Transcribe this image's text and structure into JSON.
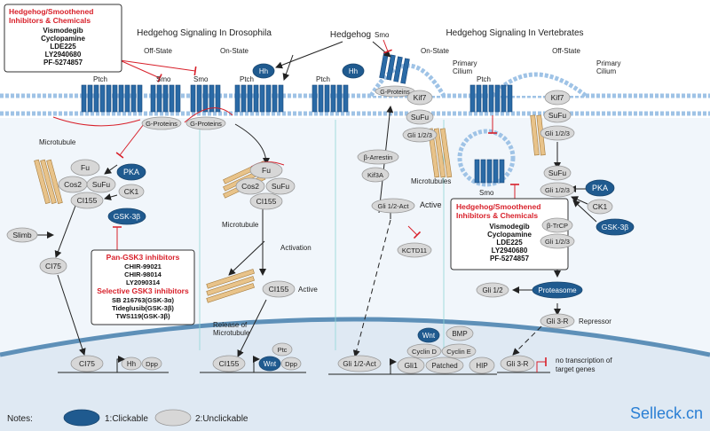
{
  "titles": {
    "drosophila": "Hedgehog Signaling In Drosophila",
    "hedgehog": "Hedgehog",
    "vertebrates": "Hedgehog Signaling In Vertebrates",
    "off_state_left": "Off-State",
    "on_state_left": "On-State",
    "on_state_right": "On-State",
    "off_state_right": "Off-State",
    "primary_cilium_1": "Primary\nCilium",
    "primary_cilium_2": "Primary\nCilium"
  },
  "inhibitor_box_top": {
    "heading_line1": "Hedgehog/Smoothened",
    "heading_line2": "Inhibitors & Chemicals",
    "items": [
      "Vismodegib",
      "Cyclopamine",
      "LDE225",
      "LY2940680",
      "PF-5274857"
    ]
  },
  "inhibitor_box_right": {
    "heading_line1": "Hedgehog/Smoothened",
    "heading_line2": "Inhibitors & Chemicals",
    "items": [
      "Vismodegib",
      "Cyclopamine",
      "LDE225",
      "LY2940680",
      "PF-5274857"
    ]
  },
  "gsk3_box": {
    "heading": "Pan-GSK3 inhibitors",
    "pan_items": [
      "CHIR-99021",
      "CHIR-98014",
      "LY2090314"
    ],
    "selective_heading": "Selective GSK3 inhibitors",
    "selective_items": [
      "SB 216763(GSK-3α)",
      "Tideglusib(GSK-3β)",
      "TWS119(GSK-3β)"
    ]
  },
  "labels": {
    "ptch": "Ptch",
    "smo": "Smo",
    "hh": "Hh",
    "g_proteins": "G-Proteins",
    "microtubule": "Microtubule",
    "microtubules": "Microtubules",
    "fu": "Fu",
    "cos2": "Cos2",
    "sufu": "SuFu",
    "ci155": "CI155",
    "pka": "PKA",
    "ck1": "CK1",
    "gsk3b": "GSK-3β",
    "slimb": "Slimb",
    "ci75": "CI75",
    "dpp": "Dpp",
    "ptc": "Ptc",
    "wnt": "Wnt",
    "activation": "Activation",
    "active": "Active",
    "release_of_microtubule": "Release of\nMicrotubule",
    "kif7": "Kif7",
    "kif3a": "Kif3A",
    "gli123": "Gli 1/2/3",
    "b_arrestin": "β-Arrestin",
    "gli12_act": "Gli 1/2-Act",
    "kctd11": "KCTD11",
    "bmp": "BMP",
    "cyclin_d": "Cyclin D",
    "cyclin_e": "Cyclin E",
    "gli1": "Gli1",
    "patched": "Patched",
    "hip": "HIP",
    "b_trcp": "β-TrCP",
    "proteasome": "Proteasome",
    "gli12": "Gli 1/2",
    "gli3r": "Gli 3-R",
    "repressor": "Repressor",
    "no_transcription": "no transcription of\ntarget genes"
  },
  "legend": {
    "notes": "Notes:",
    "clickable": "1:Clickable",
    "unclickable": "2:Unclickable"
  },
  "brand": "Selleck.cn",
  "colors": {
    "clickable": "#1f5a8f",
    "unclickable": "#d7d7d7",
    "inhibitor": "#d8202a",
    "membrane": "#9fc3e6",
    "brand": "#2a7fd4"
  }
}
